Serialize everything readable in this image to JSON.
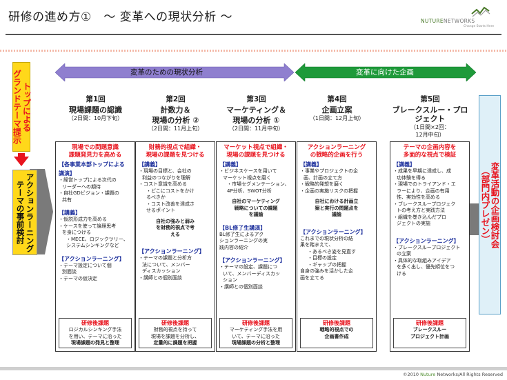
{
  "header": {
    "title": "研修の進め方①　～ 変革への現状分析 ～",
    "logo_brand_a": "NUTURE",
    "logo_brand_b": "NETWORKS",
    "logo_tagline": "Change Starts Here"
  },
  "footer": {
    "copyright_pre": "©2010 ",
    "copyright_brand": "Nuture",
    "copyright_post": " Networks/All Rights Reserved"
  },
  "colors": {
    "purple_band": "#8f7fcf",
    "green_band": "#1e9a3a",
    "red": "#e8141e",
    "yellow": "#ffd81a",
    "blue_heading": "#1c2f9c"
  },
  "left": {
    "top_box_lines": [
      "トップによる",
      "グランドテーマ提示"
    ],
    "pre_box_lines": [
      "アクションラーニング",
      "テーマの事前検討"
    ]
  },
  "right": {
    "box_lines": [
      "変革活動の企画検討会",
      "（部門内プレゼン）"
    ]
  },
  "bands": {
    "analysis": "変革のための現状分析",
    "planning": "変革に向けた企画"
  },
  "sessions": [
    {
      "num": "第1回",
      "name_lines": [
        "現場課題の認識"
      ],
      "date_lines": [
        "（2日間：10月下旬）"
      ],
      "panel": {
        "heading_lines": [
          "現場での問題意識",
          "課題発見力を高める"
        ],
        "blocks": [
          {
            "kind": "sec",
            "text": "【各事業本部トップによる"
          },
          {
            "kind": "sec",
            "text": "講演】"
          },
          {
            "kind": "ln",
            "text": "・経営トップによる次代の"
          },
          {
            "kind": "ln i",
            "text": "リーダーへの期待"
          },
          {
            "kind": "ln",
            "text": "・自社GDビジョン・課題の"
          },
          {
            "kind": "ln i",
            "text": "共有"
          },
          {
            "kind": "gap"
          },
          {
            "kind": "sec",
            "text": "【講義】"
          },
          {
            "kind": "ln",
            "text": "・仮説形成力を高める"
          },
          {
            "kind": "ln",
            "text": "・ケースを使って論理思考"
          },
          {
            "kind": "ln i",
            "text": "を身につける"
          },
          {
            "kind": "ln ii",
            "text": "・MECE、ロジックツリー、"
          },
          {
            "kind": "ln ii",
            "text": "システムシンキングなど"
          },
          {
            "kind": "gap"
          },
          {
            "kind": "sec",
            "text": "【アクションラーニング】"
          },
          {
            "kind": "ln",
            "text": "・テーマ設定について個"
          },
          {
            "kind": "ln i",
            "text": "別面談"
          },
          {
            "kind": "ln",
            "text": "・テーマの仮決定"
          }
        ],
        "task": {
          "heading": "研修後課題",
          "lines": [
            "ロジカルシンキング手法",
            "を用い、テーマに沿った",
            "現場課題の発見と整理"
          ],
          "bold_from": 2
        }
      }
    },
    {
      "num": "第2回",
      "name_lines": [
        "計数力＆",
        "現場の分析 ②"
      ],
      "date_lines": [
        "（2日間：11月上旬）"
      ],
      "panel": {
        "heading_lines": [
          "財務的視点で組織・",
          "現場の課題を見つける"
        ],
        "blocks": [
          {
            "kind": "sec",
            "text": "【講義】"
          },
          {
            "kind": "ln",
            "text": "・現場の目標と、会社の"
          },
          {
            "kind": "ln i",
            "text": "利益のつながりを理解"
          },
          {
            "kind": "ln",
            "text": "・コスト意識を高める"
          },
          {
            "kind": "ln ii",
            "text": "・どこにコストをかけ"
          },
          {
            "kind": "ln ii",
            "text": "るべきか"
          },
          {
            "kind": "ln ii",
            "text": "・コスト改善を達成さ"
          },
          {
            "kind": "ln ii",
            "text": "せるポイント"
          },
          {
            "kind": "gap"
          },
          {
            "kind": "ln b c",
            "text": "自社の強みと弱み"
          },
          {
            "kind": "ln b c",
            "text": "を財務的視点で考"
          },
          {
            "kind": "ln b c",
            "text": "える"
          },
          {
            "kind": "gap"
          },
          {
            "kind": "gap"
          },
          {
            "kind": "sec",
            "text": "【アクションラーニング】"
          },
          {
            "kind": "ln",
            "text": "・テーマの課題と分析方"
          },
          {
            "kind": "ln i",
            "text": "法について、メンバー"
          },
          {
            "kind": "ln i",
            "text": "ディスカッション"
          },
          {
            "kind": "ln",
            "text": "・講師との個別面談"
          }
        ],
        "task": {
          "heading": "研修後課題",
          "lines": [
            "財務的視点を持って",
            "現場を課題を分析し、",
            "定量的に課題を把握"
          ],
          "bold_from": 2
        }
      }
    },
    {
      "num": "第3回",
      "name_lines": [
        "マーケティング＆",
        "現場の分析 ①"
      ],
      "date_lines": [
        "（2日間：11月中旬）"
      ],
      "panel": {
        "heading_lines": [
          "マーケット視点で組織・",
          "現場の課題を見つける"
        ],
        "blocks": [
          {
            "kind": "sec",
            "text": "【講義】"
          },
          {
            "kind": "ln",
            "text": "・ビジネスケースを用いて"
          },
          {
            "kind": "ln i",
            "text": "マーケット視点を磨く"
          },
          {
            "kind": "ln ii",
            "text": "・市場セグメンテーション、"
          },
          {
            "kind": "ln ii",
            "text": "4P分析、SWOT分析"
          },
          {
            "kind": "gap"
          },
          {
            "kind": "ln b c",
            "text": "自社のマーケティング"
          },
          {
            "kind": "ln b c",
            "text": "戦略についての課題"
          },
          {
            "kind": "ln b c",
            "text": "を議論"
          },
          {
            "kind": "gap"
          },
          {
            "kind": "sec",
            "text": "【BL修了生講演】"
          },
          {
            "kind": "ln",
            "text": "BL修了生によるアク"
          },
          {
            "kind": "ln",
            "text": "ションラーニングの実"
          },
          {
            "kind": "ln",
            "text": "践内容の紹介"
          },
          {
            "kind": "gap"
          },
          {
            "kind": "sec",
            "text": "【アクションラーニング】"
          },
          {
            "kind": "ln",
            "text": "・テーマの設定、課題につ"
          },
          {
            "kind": "ln i",
            "text": "いて、メンバーディスカッ"
          },
          {
            "kind": "ln i",
            "text": "ション"
          },
          {
            "kind": "ln",
            "text": "・講師との個別面談"
          }
        ],
        "task": {
          "heading": "研修後課題",
          "lines": [
            "マーケティング手法を用",
            "いて、テーマに沿った",
            "現場課題の分析と整理"
          ],
          "bold_from": 2
        }
      }
    },
    {
      "num": "第4回",
      "name_lines": [
        "企画立案"
      ],
      "date_lines": [
        "（1日間：12月上旬）"
      ],
      "panel": {
        "heading_lines": [
          "アクションラーニング",
          "の戦略的企画を行う"
        ],
        "blocks": [
          {
            "kind": "sec",
            "text": "【講義】"
          },
          {
            "kind": "ln",
            "text": "・事業やプロジェクトの企"
          },
          {
            "kind": "ln i",
            "text": "画、計画の立て方"
          },
          {
            "kind": "ln",
            "text": "・戦略的発想を磨く"
          },
          {
            "kind": "ln",
            "text": "・企画の実施リスクの把握"
          },
          {
            "kind": "gap"
          },
          {
            "kind": "ln b c",
            "text": "自社における計画立"
          },
          {
            "kind": "ln b c",
            "text": "案と実行の問題点を"
          },
          {
            "kind": "ln b c",
            "text": "議論"
          },
          {
            "kind": "gap"
          },
          {
            "kind": "gap"
          },
          {
            "kind": "sec",
            "text": "【アクションラーニング】"
          },
          {
            "kind": "ln",
            "text": "これまでの現状分析の結"
          },
          {
            "kind": "ln",
            "text": "果を踏まえて、"
          },
          {
            "kind": "ln ii",
            "text": "・あるべき姿を見直す"
          },
          {
            "kind": "ln ii",
            "text": "・目標の設定"
          },
          {
            "kind": "ln ii",
            "text": "・ギャップの把握"
          },
          {
            "kind": "ln",
            "text": "自身の強みを活かした企"
          },
          {
            "kind": "ln",
            "text": "画を立てる"
          }
        ],
        "task": {
          "heading": "研修後課題",
          "lines": [
            "戦略的視点での",
            "企画書作成"
          ],
          "bold_from": 0
        }
      }
    },
    {
      "num": "第5回",
      "name_lines": [
        "ブレークスルー・プロジェクト"
      ],
      "date_lines": [
        "（1日間×2回：",
        "12月中旬）"
      ],
      "panel": {
        "heading_lines": [
          "テーマの企画内容を",
          "多面的な視点で検証"
        ],
        "blocks": [
          {
            "kind": "sec",
            "text": "【講義】"
          },
          {
            "kind": "ln",
            "text": "・成果を早期に達成し、成"
          },
          {
            "kind": "ln i",
            "text": "功体験を得る"
          },
          {
            "kind": "ln",
            "text": "・現場でのトライアンド・エ"
          },
          {
            "kind": "ln i",
            "text": "ラーにより、企画の有用"
          },
          {
            "kind": "ln i",
            "text": "性、実効性を高める"
          },
          {
            "kind": "ln",
            "text": "・ブレークスループロジェク"
          },
          {
            "kind": "ln i",
            "text": "トの考え方と実践方法"
          },
          {
            "kind": "ln",
            "text": "・組織を巻き込んだプロ"
          },
          {
            "kind": "ln i",
            "text": "ジェクトの実施"
          },
          {
            "kind": "gap"
          },
          {
            "kind": "gap"
          },
          {
            "kind": "sec",
            "text": "【アクションラーニング】"
          },
          {
            "kind": "ln",
            "text": "・ブレークスループロジェクト"
          },
          {
            "kind": "ln i",
            "text": "の立案"
          },
          {
            "kind": "ln",
            "text": "・具体的な取組みアイデア"
          },
          {
            "kind": "ln i",
            "text": "を多く出し、優先順位をつ"
          },
          {
            "kind": "ln i",
            "text": "ける"
          }
        ],
        "task": {
          "heading": "研修後課題",
          "lines": [
            "ブレークスルー",
            "プロジェクト計画"
          ],
          "bold_from": 0
        }
      }
    }
  ]
}
